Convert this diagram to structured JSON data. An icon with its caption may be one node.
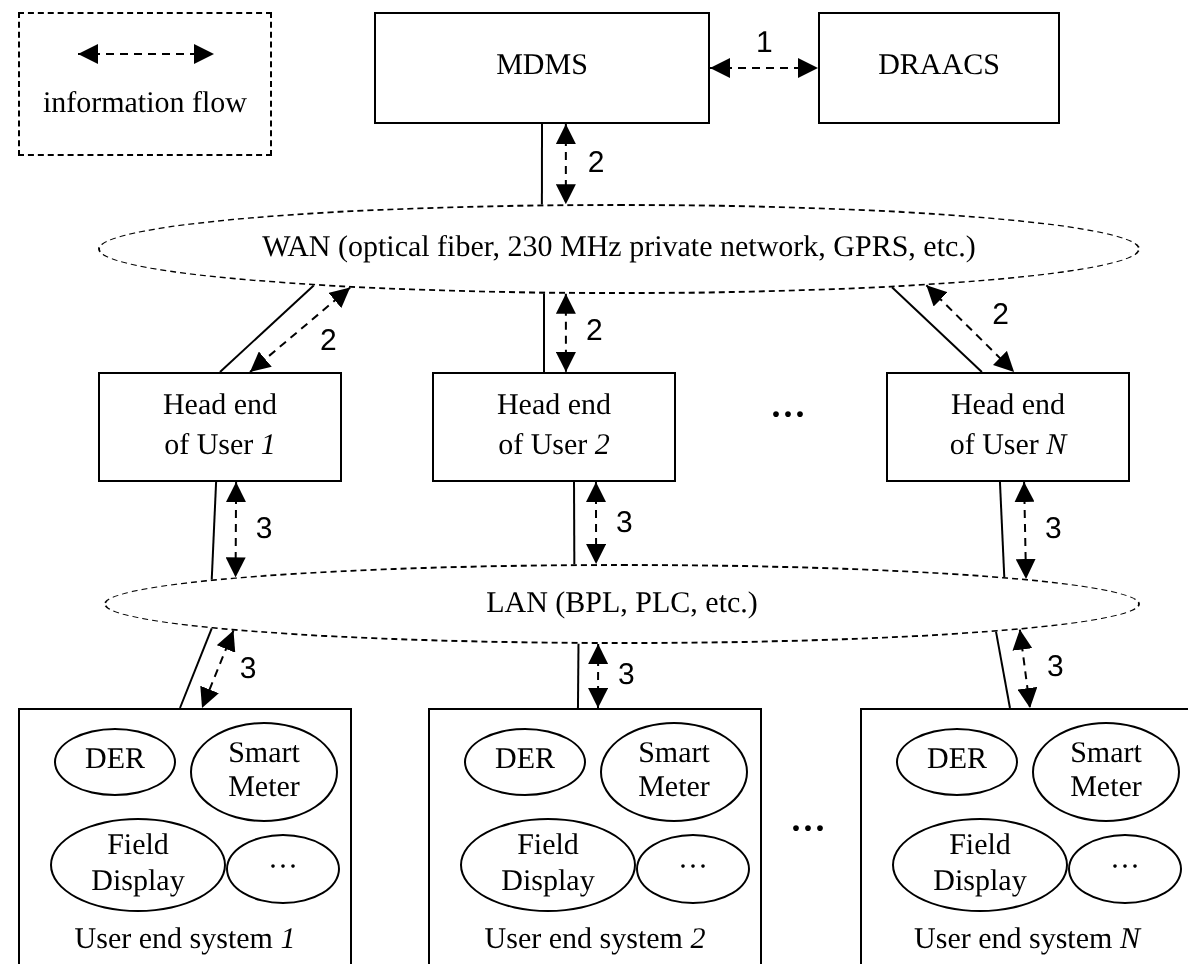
{
  "diagram": {
    "nodes": [
      {
        "text": [
          "MDMS"
        ]
      },
      {
        "text": [
          "DRAACS"
        ]
      },
      {
        "text": [
          "WAN (optical fiber, 230 MHz private network, GPRS, etc.)"
        ]
      },
      {
        "text": [
          "Head end of User *1*"
        ]
      },
      {
        "text": [
          "Head end of User *2*"
        ]
      },
      {
        "text": [
          "Head end of User *N*"
        ]
      },
      {
        "text": [
          "LAN (BPL, PLC, etc.)"
        ]
      },
      {
        "text": [
          "User end system *1*"
        ]
      },
      {
        "text": [
          "DER"
        ],
        "in": 7
      },
      {
        "text": [
          "Smart Meter"
        ],
        "in": 7
      },
      {
        "text": [
          "Field Display"
        ],
        "in": 7
      },
      {
        "text": [
          "···"
        ],
        "in": 7
      },
      {
        "text": [
          "User end system *2*"
        ]
      },
      {
        "text": [
          "DER"
        ],
        "in": 12
      },
      {
        "text": [
          "Smart Meter"
        ],
        "in": 12
      },
      {
        "text": [
          "Field Display"
        ],
        "in": 12
      },
      {
        "text": [
          "···"
        ],
        "in": 12
      },
      {
        "text": [
          "User end system *N*"
        ]
      },
      {
        "text": [
          "DER"
        ],
        "in": 17
      },
      {
        "text": [
          "Smart Meter"
        ],
        "in": 17
      },
      {
        "text": [
          "Field Display"
        ],
        "in": 17
      },
      {
        "text": [
          "···"
        ],
        "in": 17
      }
    ],
    "edges": [
      {
        "from": 0,
        "to": 1,
        "arrow": "both",
        "style": "dashed",
        "label": "1"
      },
      {
        "from": 0,
        "to": 2,
        "arrow": "none"
      },
      {
        "from": 0,
        "to": 2,
        "arrow": "both",
        "style": "dashed",
        "label": "2"
      },
      {
        "from": 2,
        "to": 3,
        "arrow": "none"
      },
      {
        "from": 2,
        "to": 3,
        "arrow": "both",
        "style": "dashed",
        "label": "2"
      },
      {
        "from": 2,
        "to": 4,
        "arrow": "none"
      },
      {
        "from": 2,
        "to": 4,
        "arrow": "both",
        "style": "dashed",
        "label": "2"
      },
      {
        "from": 2,
        "to": 5,
        "arrow": "none"
      },
      {
        "from": 2,
        "to": 5,
        "arrow": "both",
        "style": "dashed",
        "label": "2"
      },
      {
        "from": 3,
        "to": 6,
        "arrow": "none"
      },
      {
        "from": 3,
        "to": 6,
        "arrow": "both",
        "style": "dashed",
        "label": "3"
      },
      {
        "from": 4,
        "to": 6,
        "arrow": "none"
      },
      {
        "from": 4,
        "to": 6,
        "arrow": "both",
        "style": "dashed",
        "label": "3"
      },
      {
        "from": 5,
        "to": 6,
        "arrow": "none"
      },
      {
        "from": 5,
        "to": 6,
        "arrow": "both",
        "style": "dashed",
        "label": "3"
      },
      {
        "from": 6,
        "to": 7,
        "arrow": "none"
      },
      {
        "from": 6,
        "to": 7,
        "arrow": "both",
        "style": "dashed",
        "label": "3"
      },
      {
        "from": 6,
        "to": 12,
        "arrow": "none"
      },
      {
        "from": 6,
        "to": 12,
        "arrow": "both",
        "style": "dashed",
        "label": "3"
      },
      {
        "from": 6,
        "to": 17,
        "arrow": "none"
      },
      {
        "from": 6,
        "to": 17,
        "arrow": "both",
        "style": "dashed",
        "label": "3"
      }
    ],
    "labels": [
      "···",
      "···"
    ],
    "legend": [
      {
        "text": "information flow"
      }
    ]
  }
}
